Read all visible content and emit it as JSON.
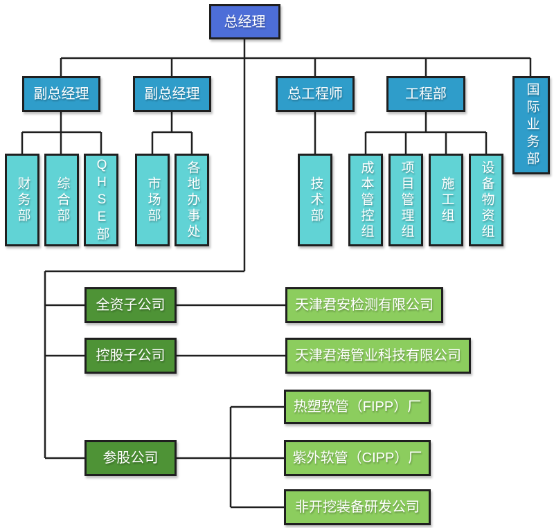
{
  "colors": {
    "root_blue": "#4d6ed8",
    "level2_blue": "#2f9dca",
    "dept_teal": "#61d3d5",
    "group_green": "#4e9336",
    "company_green": "#8ccd5e",
    "connector_line": "#1f1f1f",
    "text": "#ffffff"
  },
  "chart": {
    "root": "总经理",
    "level2": [
      {
        "label": "副总经理",
        "children": [
          "财务部",
          "综合部",
          "QHSE部"
        ]
      },
      {
        "label": "副总经理",
        "children": [
          "市场部",
          "各地办事处"
        ]
      },
      {
        "label": "总工程师",
        "children": [
          "技术部"
        ]
      },
      {
        "label": "工程部",
        "children": [
          "成本管控组",
          "项目管理组",
          "施工组",
          "设备物资组"
        ]
      },
      {
        "label": "国际业务部",
        "children": []
      }
    ],
    "subsidiary_groups": [
      {
        "label": "全资子公司",
        "companies": [
          "天津君安检测有限公司"
        ]
      },
      {
        "label": "控股子公司",
        "companies": [
          "天津君海管业科技有限公司"
        ]
      },
      {
        "label": "参股公司",
        "companies": [
          "热塑软管（FIPP）厂",
          "紫外软管（CIPP）厂",
          "非开挖装备研发公司"
        ]
      }
    ]
  }
}
